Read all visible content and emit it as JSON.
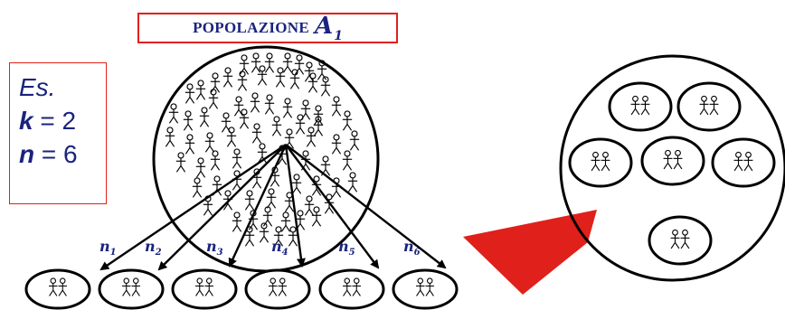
{
  "title": {
    "word": "POPOLAZIONE",
    "symbol": "A",
    "subscript": "1"
  },
  "example": {
    "heading": "Es.",
    "k": {
      "name": "k",
      "eq": " = ",
      "value": "2"
    },
    "n": {
      "name": "n",
      "eq": " = ",
      "value": "6"
    }
  },
  "sample_labels": [
    {
      "base": "n",
      "sub": "1"
    },
    {
      "base": "n",
      "sub": "2"
    },
    {
      "base": "n",
      "sub": "3"
    },
    {
      "base": "n",
      "sub": "4"
    },
    {
      "base": "n",
      "sub": "5"
    },
    {
      "base": "n",
      "sub": "6"
    }
  ],
  "colors": {
    "accent_red": "#e0201a",
    "text_blue": "#1a237e",
    "line": "#000000"
  }
}
